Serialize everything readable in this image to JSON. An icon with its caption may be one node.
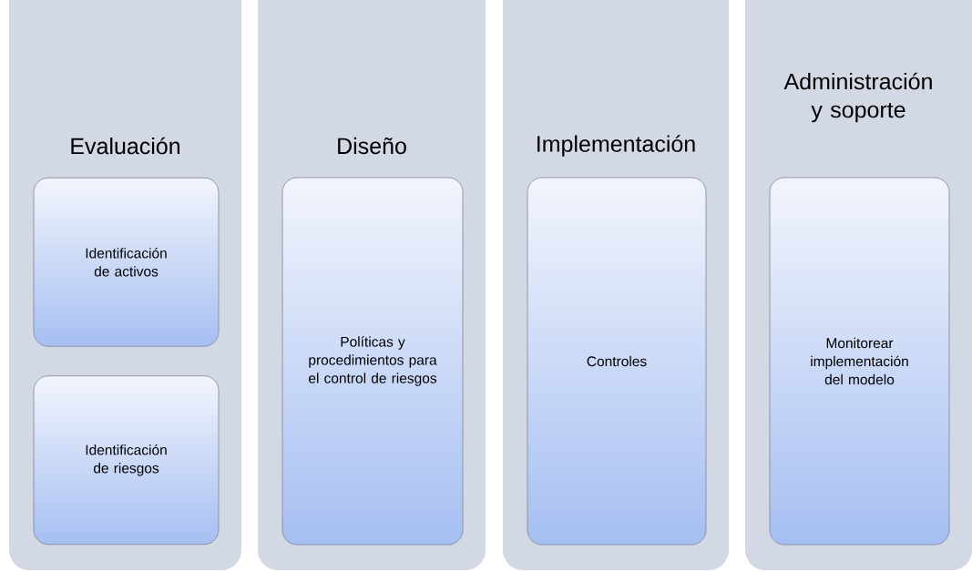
{
  "diagram": {
    "nodes": [
      {
        "text": [
          "Evaluación"
        ]
      },
      {
        "text": [
          "Identificación de activos"
        ],
        "in": 0
      },
      {
        "text": [
          "Identificación de riesgos"
        ],
        "in": 0
      },
      {
        "text": [
          "Diseño"
        ]
      },
      {
        "text": [
          "Políticas y procedimientos para el control de riesgos"
        ],
        "in": 3
      },
      {
        "text": [
          "Implementación"
        ]
      },
      {
        "text": [
          "Controles"
        ],
        "in": 5
      },
      {
        "text": [
          "Administración y soporte"
        ]
      },
      {
        "text": [
          "Monitorear implementación del modelo"
        ],
        "in": 7
      }
    ]
  }
}
